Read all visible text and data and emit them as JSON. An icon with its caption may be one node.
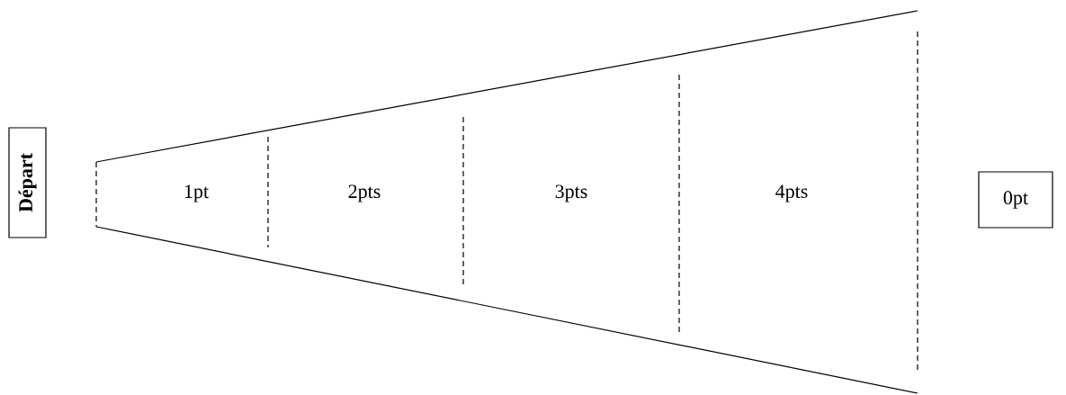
{
  "diagram": {
    "nodes": [
      {
        "text": [
          "Départ"
        ]
      },
      {
        "text": [
          "0pt"
        ]
      }
    ],
    "labels": [
      "1pt",
      "2pts",
      "3pts",
      "4pts"
    ]
  }
}
